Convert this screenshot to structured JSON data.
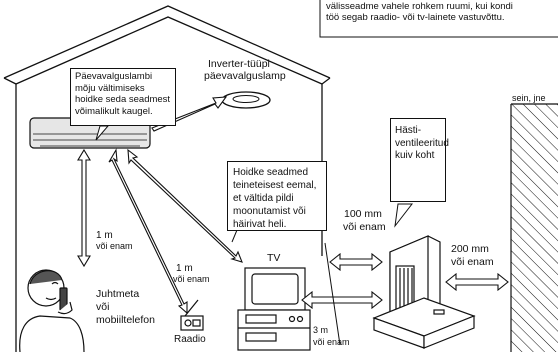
{
  "notes": {
    "top_note_line1": "välisseadme vahele rohkem ruumi, kui kondi",
    "top_note_line2": "töö segab raadio- või tv-lainete vastuvõttu.",
    "lamp_effect": "Päevavalguslambi mõju vältimiseks hoidke seda seadmest võimalikult kaugel.",
    "separation": "Hoidke seadmed teineteisest eemal, et vältida pildi moonutamist või häirivat heli.",
    "ventilation": "Hästi-ventileeritud kuiv koht"
  },
  "labels": {
    "inverter_lamp_line1": "Inverter-tüüpi",
    "inverter_lamp_line2": "päevavalguslamp",
    "wall": "sein, jne",
    "tv": "TV",
    "radio": "Raadio",
    "phone_line1": "Juhtmeta",
    "phone_line2": "või",
    "phone_line3": "mobiiltelefon"
  },
  "distances": {
    "d1_value": "1 m",
    "d1_sub": "või enam",
    "d2_value": "1 m",
    "d2_sub": "või enam",
    "d3_value": "3 m",
    "d3_sub": "või enam",
    "d4_value": "100 mm",
    "d4_sub": "või enam",
    "d5_value": "200 mm",
    "d5_sub": "või enam"
  }
}
